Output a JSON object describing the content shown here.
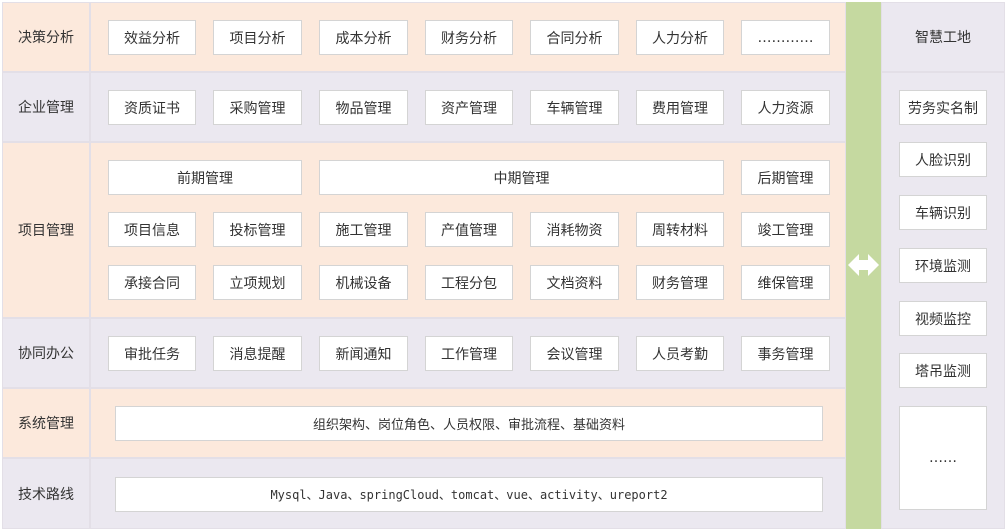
{
  "rows": [
    {
      "label": "决策分析",
      "items": [
        "效益分析",
        "项目分析",
        "成本分析",
        "财务分析",
        "合同分析",
        "人力分析",
        "…………"
      ]
    },
    {
      "label": "企业管理",
      "items": [
        "资质证书",
        "采购管理",
        "物品管理",
        "资产管理",
        "车辆管理",
        "费用管理",
        "人力资源"
      ]
    },
    {
      "label": "项目管理",
      "phases": [
        "前期管理",
        "中期管理",
        "后期管理"
      ],
      "line1": [
        "项目信息",
        "投标管理",
        "施工管理",
        "产值管理",
        "消耗物资",
        "周转材料",
        "竣工管理"
      ],
      "line2": [
        "承接合同",
        "立项规划",
        "机械设备",
        "工程分包",
        "文档资料",
        "财务管理",
        "维保管理"
      ]
    },
    {
      "label": "协同办公",
      "items": [
        "审批任务",
        "消息提醒",
        "新闻通知",
        "工作管理",
        "会议管理",
        "人员考勤",
        "事务管理"
      ]
    },
    {
      "label": "系统管理",
      "text": "组织架构、岗位角色、人员权限、审批流程、基础资料"
    },
    {
      "label": "技术路线",
      "text": "Mysql、Java、springCloud、tomcat、vue、activity、ureport2"
    }
  ],
  "right": {
    "title": "智慧工地",
    "items": [
      "劳务实名制",
      "人脸识别",
      "车辆识别",
      "环境监测",
      "视频监控",
      "塔吊监测",
      "……"
    ]
  },
  "colors": {
    "peach": "#fce9dc",
    "lavender": "#ebe8f0",
    "green": "#c5d9a0",
    "border": "#d4d4d4"
  },
  "icons": {
    "connector": "double-arrow-icon"
  }
}
